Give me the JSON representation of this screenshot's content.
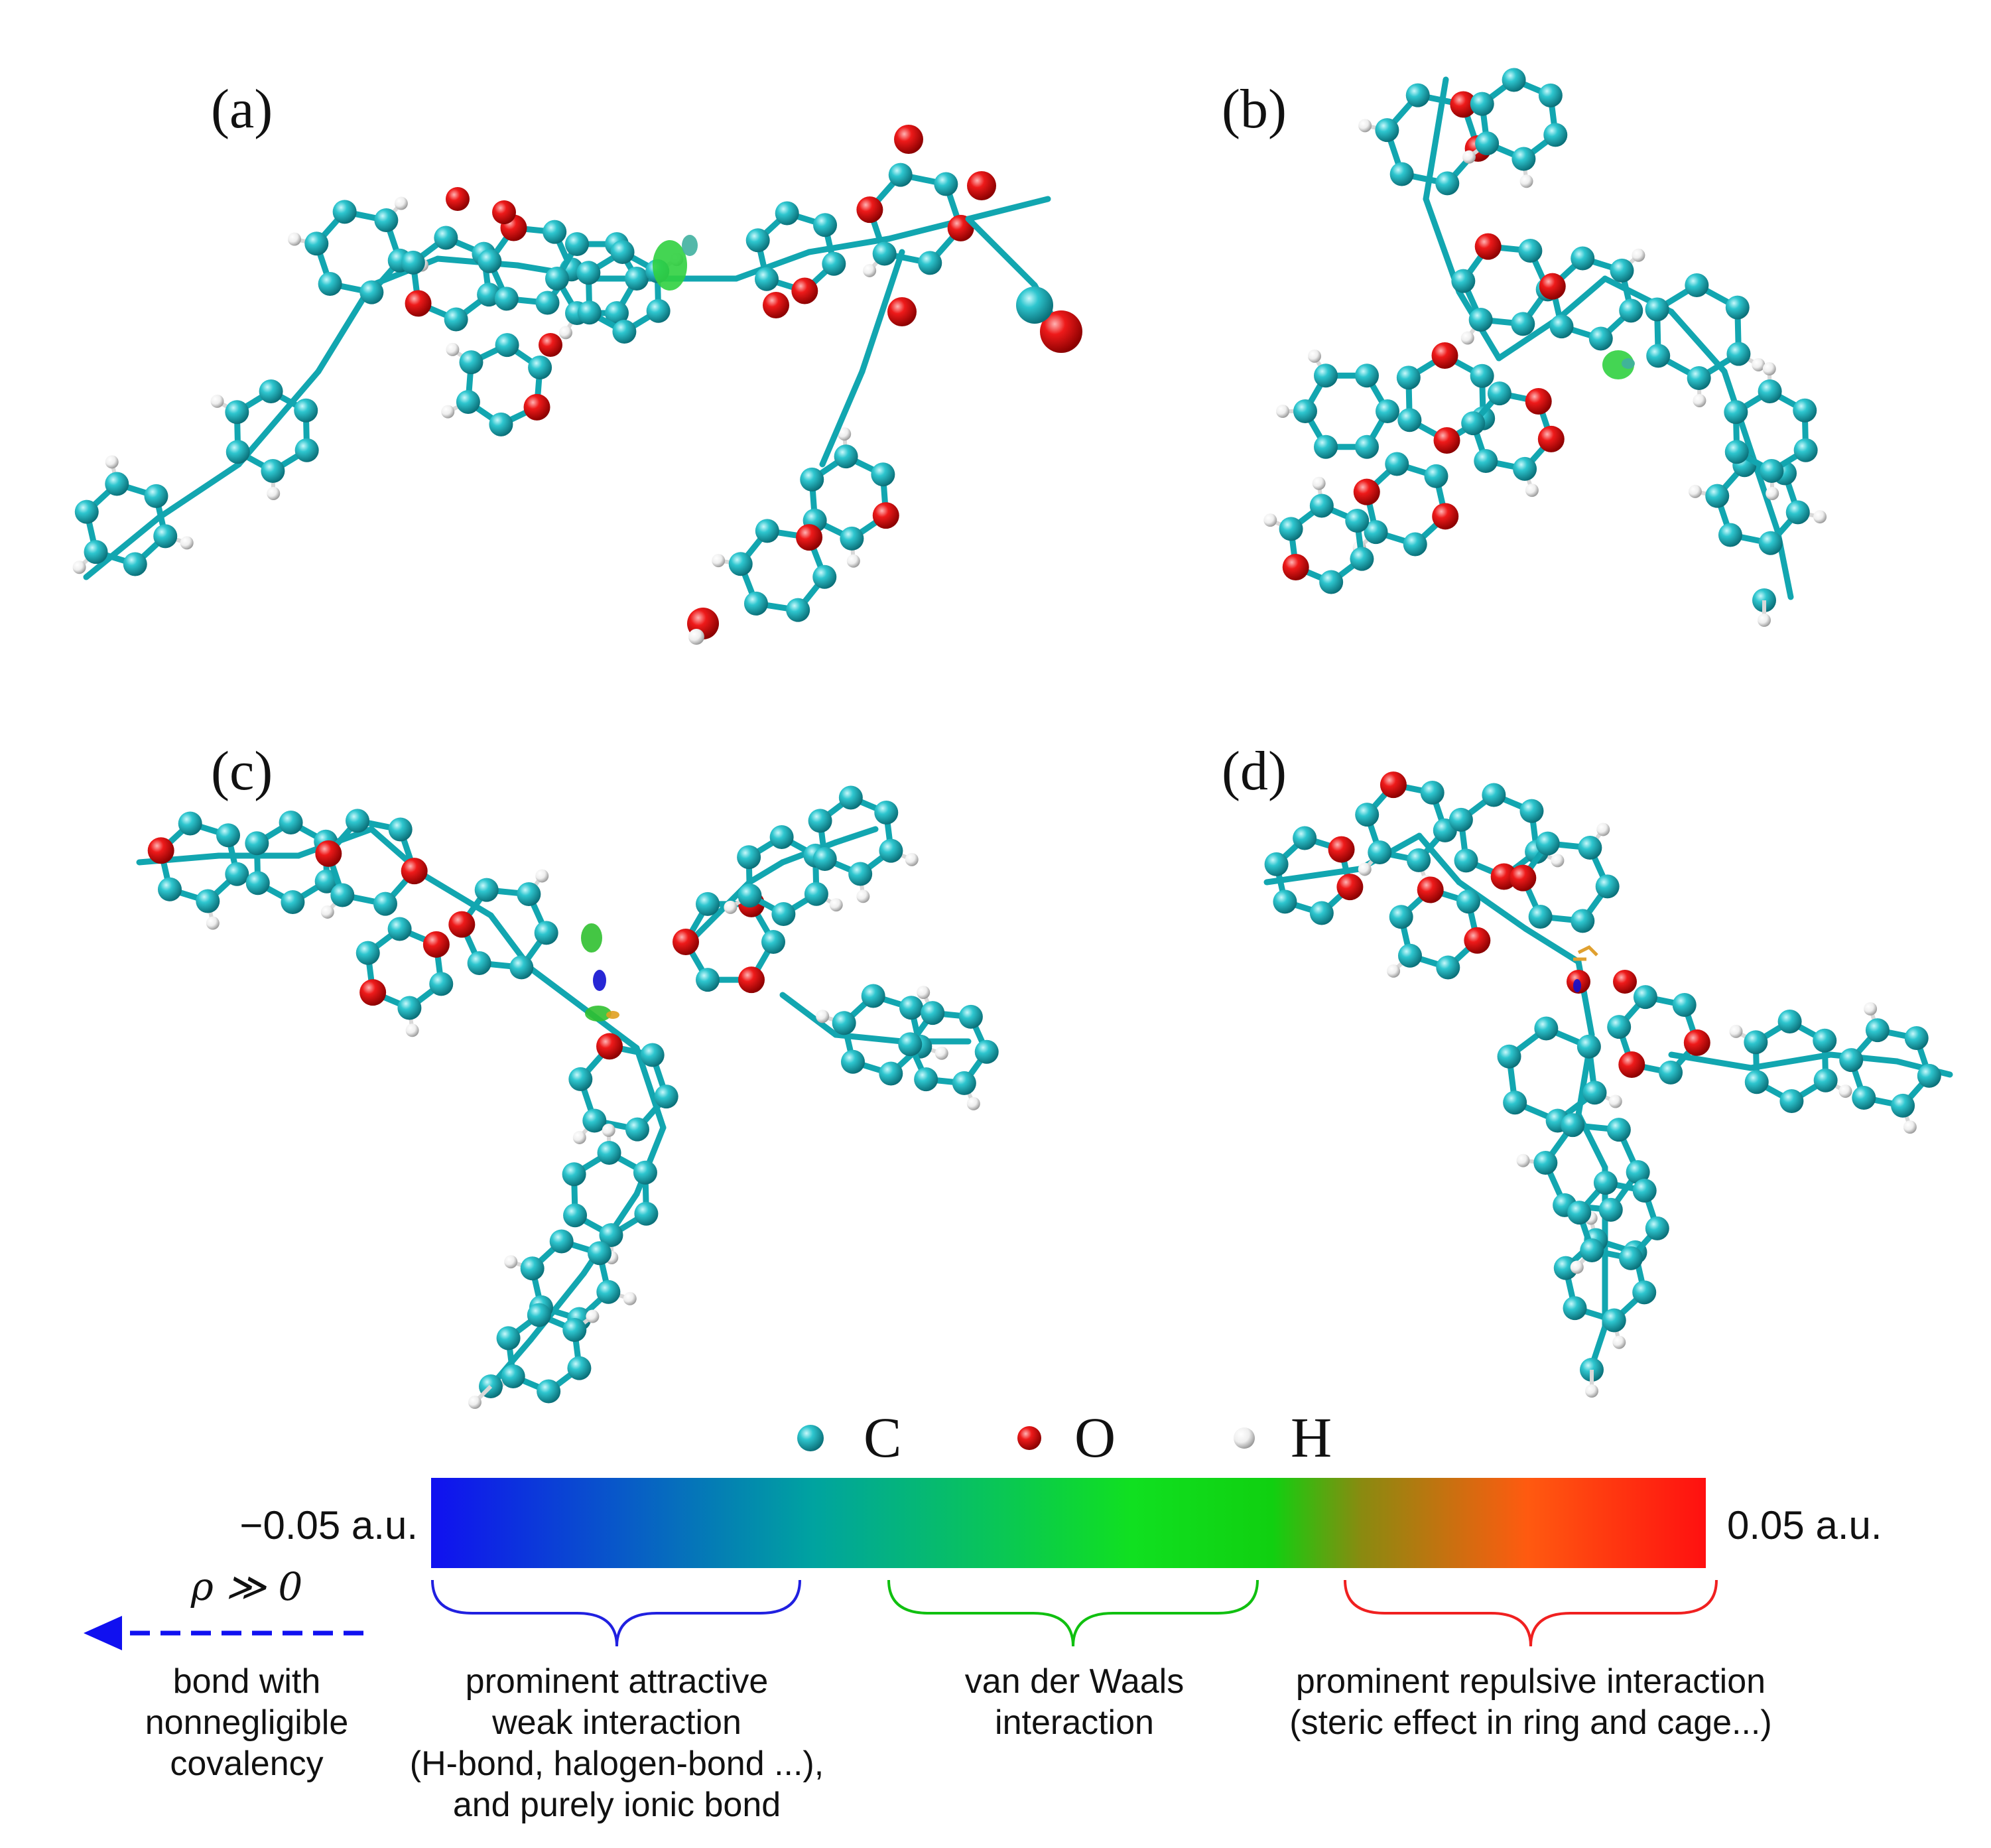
{
  "panels": [
    {
      "label": "(a)"
    },
    {
      "label": "(b)"
    },
    {
      "label": "(c)"
    },
    {
      "label": "(d)"
    }
  ],
  "atom_legend": [
    {
      "symbol": "C",
      "color": "#16b3bd"
    },
    {
      "symbol": "O",
      "color": "#e01010"
    },
    {
      "symbol": "H",
      "color": "#f2f2f2"
    }
  ],
  "colorbar": {
    "min_label": "−0.05 a.u.",
    "max_label": "0.05 a.u.",
    "stops": [
      "#1010f0",
      "#00a3a0",
      "#10e020",
      "#10d010",
      "#8a8a10",
      "#ff5a10",
      "#ff1010"
    ]
  },
  "regions": [
    {
      "lines": [
        "prominent attractive",
        "weak interaction",
        "(H-bond, halogen-bond ...),",
        "and purely ionic bond"
      ],
      "color": "#2020e0"
    },
    {
      "lines": [
        "van der Waals",
        "interaction"
      ],
      "color": "#10c010"
    },
    {
      "lines": [
        "prominent repulsive interaction",
        "(steric effect in ring and cage...)"
      ],
      "color": "#f02020"
    }
  ],
  "left_note": {
    "rho": "ρ ≫ 0",
    "lines": [
      "bond with",
      "nonnegligible",
      "covalency"
    ],
    "color": "#1010f0"
  }
}
